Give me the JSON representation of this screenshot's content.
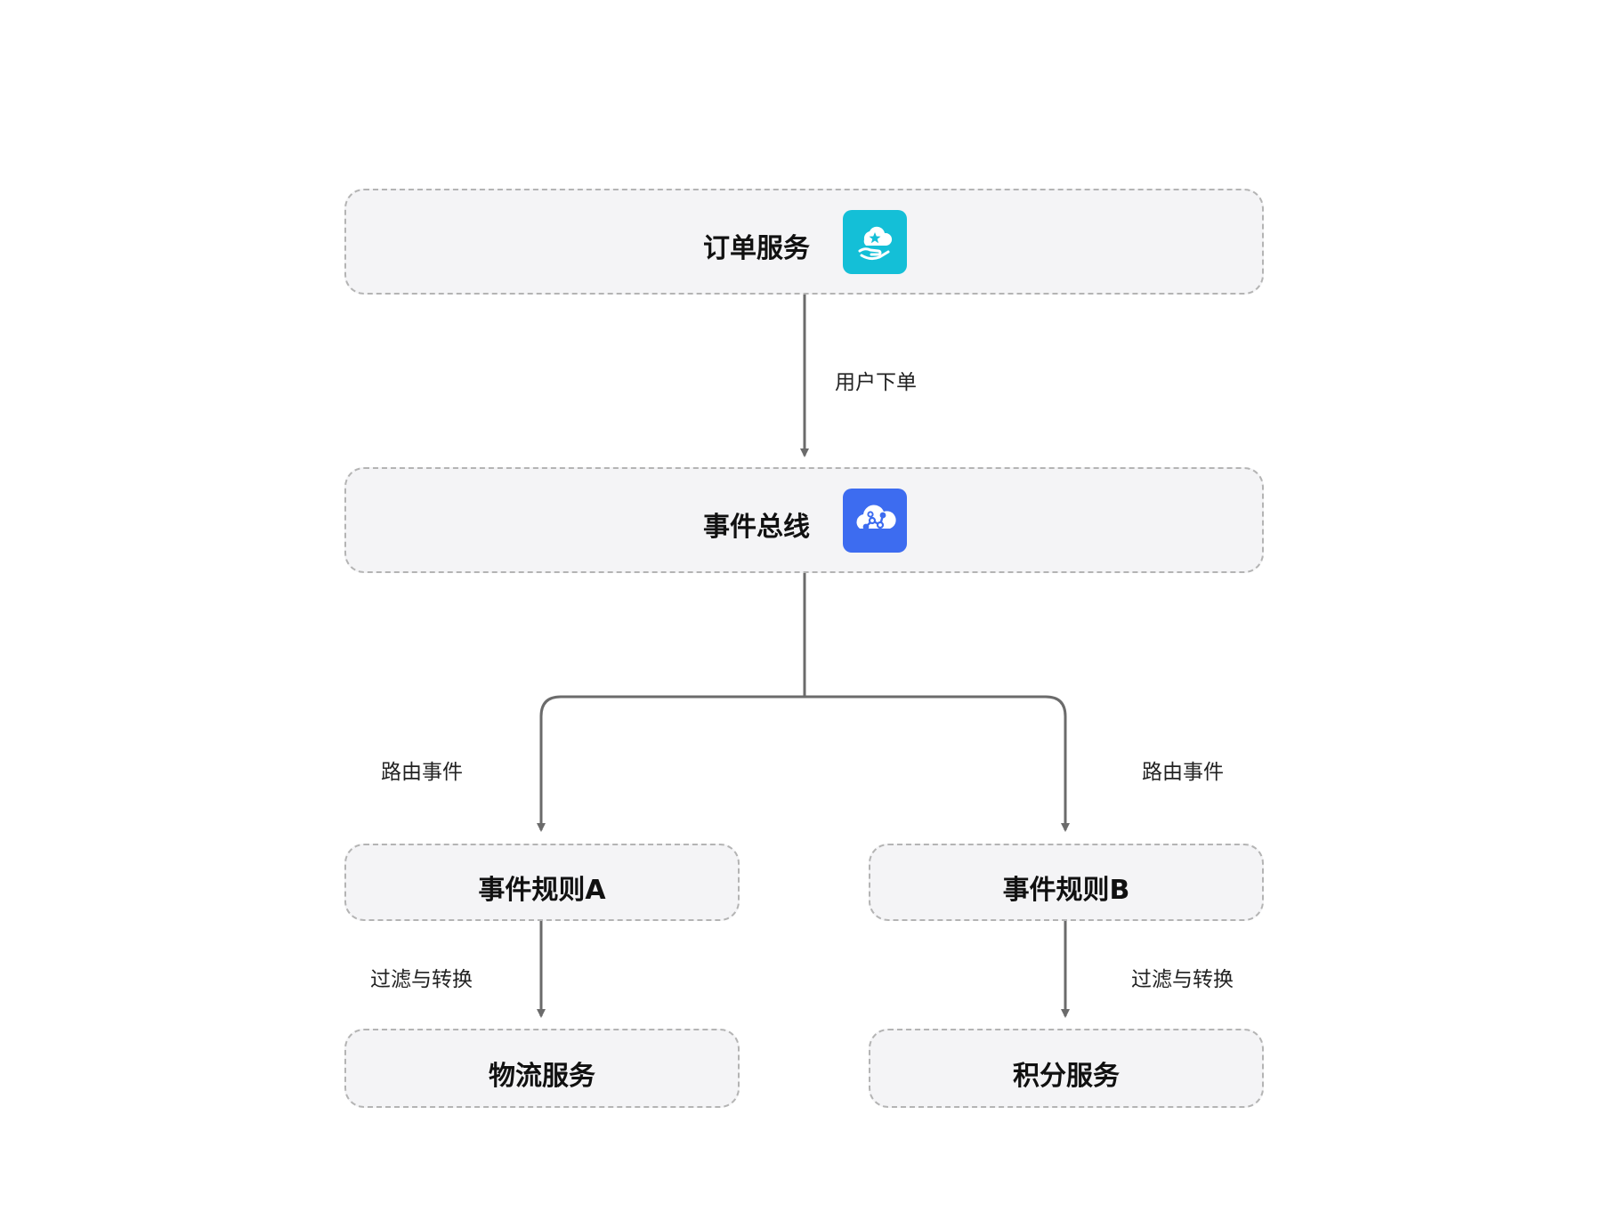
{
  "colors": {
    "node_fill": "#f4f4f6",
    "node_border": "#b4b4b4",
    "wire": "#6b6b6b",
    "order_icon_bg": "#14bfd7",
    "eventbus_icon_bg": "#3d6cf0"
  },
  "nodes": {
    "order_service": {
      "title": "订单服务",
      "icon": "cloud-hand-star-icon"
    },
    "event_bus": {
      "title": "事件总线",
      "icon": "cloud-network-icon"
    },
    "rule_a": {
      "title": "事件规则A"
    },
    "rule_b": {
      "title": "事件规则B"
    },
    "logistics": {
      "title": "物流服务"
    },
    "points": {
      "title": "积分服务"
    }
  },
  "edges": {
    "place_order": "用户下单",
    "route_left": "路由事件",
    "route_right": "路由事件",
    "filter_left": "过滤与转换",
    "filter_right": "过滤与转换"
  }
}
